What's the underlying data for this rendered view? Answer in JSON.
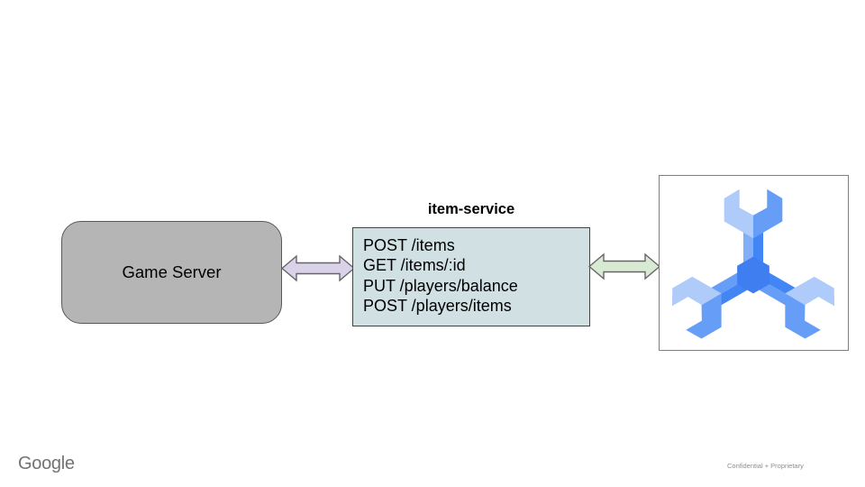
{
  "diagram": {
    "game_server": {
      "label": "Game Server"
    },
    "item_service": {
      "title": "item-service",
      "endpoints": [
        "POST /items",
        "GET /items/:id",
        "PUT /players/balance",
        "POST /players/items"
      ]
    },
    "database": {
      "icon": "cloud-spanner-icon"
    },
    "connectors": {
      "left_arrow": {
        "direction": "bidirectional"
      },
      "right_arrow": {
        "direction": "bidirectional"
      }
    }
  },
  "footer": {
    "brand": "Google",
    "confidential": "Confidential + Proprietary"
  },
  "colors": {
    "gs-fill": "#b5b5b5",
    "gs-border": "#595959",
    "is-fill": "#d0e0e3",
    "is-border": "#434343",
    "arrow-left-fill": "#d9d2e9",
    "arrow-right-fill": "#d9ead3",
    "arrow-stroke": "#666666",
    "sp-border": "#808080",
    "sp-light": "#aecbfa",
    "sp-medium": "#669df6",
    "sp-dark": "#4285f4",
    "sp-shaft-light": "#82aef8",
    "sp-hub": "#3e7ef0",
    "google-gray": "#737373",
    "confidential-gray": "#8e8e8e"
  }
}
